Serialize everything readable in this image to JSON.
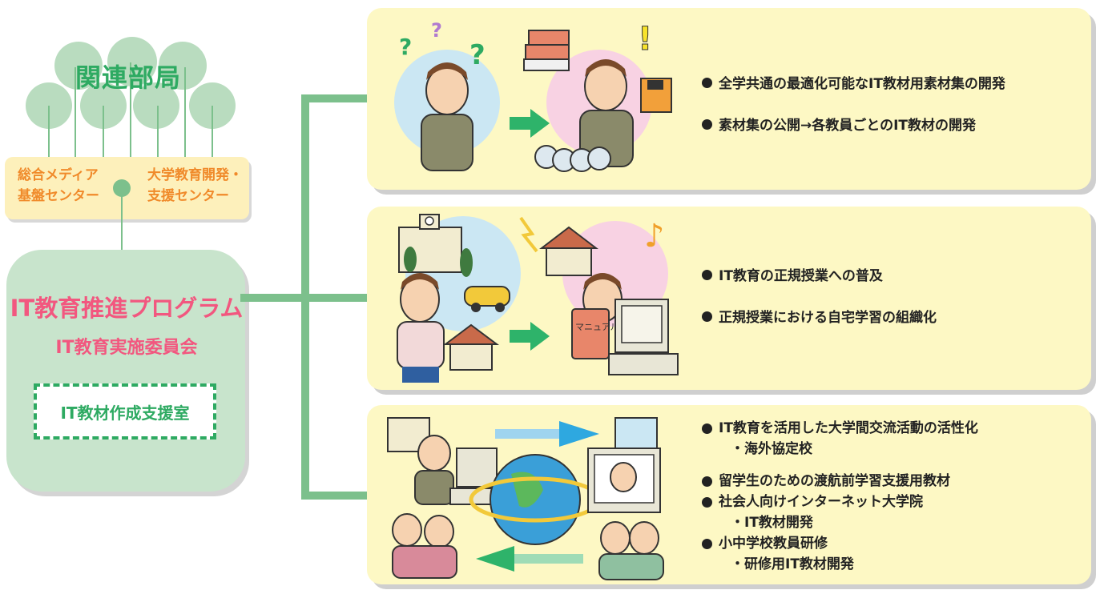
{
  "related": {
    "title": "関連部局",
    "dept_left": "総合メディア\n基盤センター",
    "dept_right": "大学教育開発・\n支援センター"
  },
  "program": {
    "title": "IT教育推進プログラム",
    "committee": "IT教育実施委員会",
    "support_office": "IT教材作成支援室"
  },
  "panels": [
    {
      "bullets": [
        {
          "text": "全学共通の最適化可能なIT教材用素材集の開発",
          "sub": false
        },
        {
          "text": "素材集の公開→各教員ごとのIT教材の開発",
          "sub": false
        }
      ]
    },
    {
      "bullets": [
        {
          "text": "IT教育の正規授業への普及",
          "sub": false
        },
        {
          "text": "正規授業における自宅学習の組織化",
          "sub": false
        }
      ]
    },
    {
      "bullets": [
        {
          "text": "IT教育を活用した大学間交流活動の活性化",
          "sub": false
        },
        {
          "text": "・海外協定校",
          "sub": true
        },
        {
          "text": "留学生のための渡航前学習支援用教材",
          "sub": false
        },
        {
          "text": "社会人向けインターネット大学院",
          "sub": false
        },
        {
          "text": "・IT教材開発",
          "sub": true
        },
        {
          "text": "小中学校教員研修",
          "sub": false
        },
        {
          "text": "・研修用IT教材開発",
          "sub": true
        }
      ]
    }
  ],
  "illustrations": {
    "manual_label": "マニュアル"
  },
  "colors": {
    "green": "#7cc08c",
    "leaf": "#b9dcbf",
    "panel": "#fdf8c4",
    "dept_box": "#fdf0bb",
    "pink_title": "#f2577f",
    "orange": "#f08a2a",
    "text_green": "#2eaa62"
  }
}
